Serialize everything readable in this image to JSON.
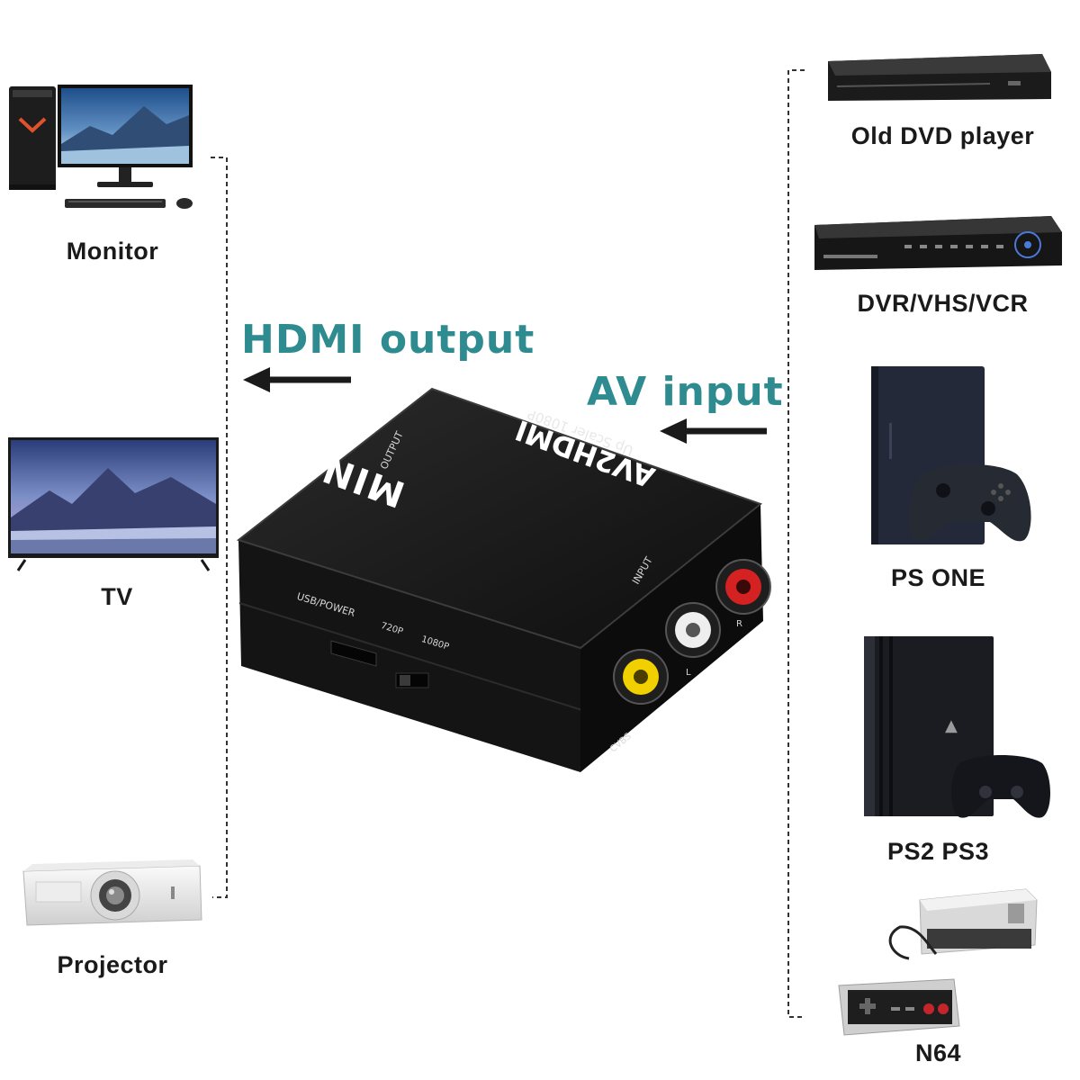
{
  "colors": {
    "accent": "#2e8b8f",
    "device_body": "#151515",
    "rca_red": "#d42222",
    "rca_white": "#eeeeee",
    "rca_yellow": "#f2d000"
  },
  "left_devices": [
    {
      "label": "Monitor",
      "icon": "monitor-icon"
    },
    {
      "label": "TV",
      "icon": "tv-icon"
    },
    {
      "label": "Projector",
      "icon": "projector-icon"
    }
  ],
  "right_devices": [
    {
      "label": "Old DVD player",
      "icon": "dvd-player-icon"
    },
    {
      "label": "DVR/VHS/VCR",
      "icon": "dvr-icon"
    },
    {
      "label": "PS ONE",
      "icon": "ps-one-console-icon"
    },
    {
      "label": "PS2 PS3",
      "icon": "ps-console-icon"
    },
    {
      "label": "N64",
      "icon": "retro-console-icon"
    }
  ],
  "hdmi_output_label": "HDMI output",
  "av_input_label": "AV input",
  "converter": {
    "brand": "MINI",
    "model": "AV2HDMI",
    "subtitle": "Up Scaler 1080P",
    "output_port": "OUTPUT",
    "input_port": "INPUT",
    "usb_power": "USB/POWER",
    "res_720": "720P",
    "res_1080": "1080P",
    "cvbs": "CVBS",
    "l_label": "L",
    "r_label": "R"
  }
}
